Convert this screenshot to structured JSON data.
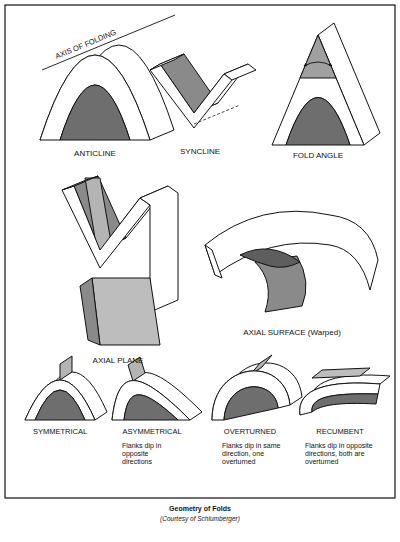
{
  "diagram": {
    "caption": "Geometry of Folds",
    "labels": [
      "AXIS OF FOLDING",
      "ANTICLINE",
      "SYNCLINE",
      "FOLD ANGLE",
      "AXIAL PLANE",
      "AXIAL SURFACE (Warped)",
      "SYMMETRICAL",
      "ASYMMETRICAL",
      "Flanks dip in opposite directions",
      "OVERTURNED",
      "Flanks dip in same direction, one overturned",
      "RECUMBENT",
      "Flanks dip in opposite directions, both are overturned",
      "(Courtesy of Schlumberger)"
    ]
  }
}
